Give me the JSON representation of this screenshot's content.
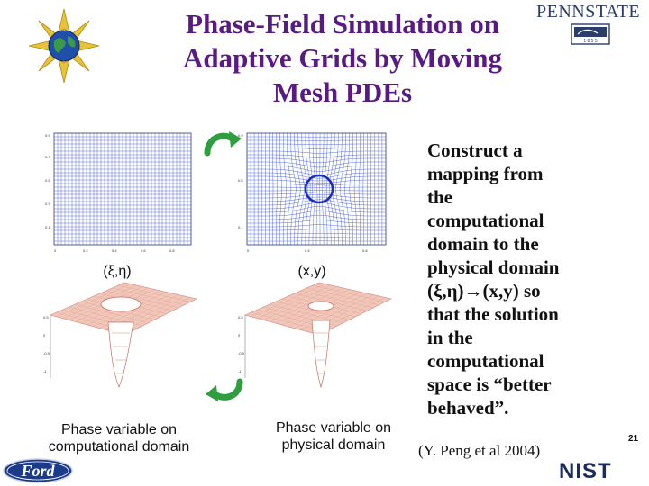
{
  "title": {
    "line1": "Phase-Field Simulation on",
    "line2": "Adaptive Grids by Moving",
    "line3": "Mesh PDEs"
  },
  "logos": {
    "top_right": "PENNSTATE",
    "bottom_left": "Ford",
    "bottom_right": "NIST"
  },
  "labels": {
    "comp_grid": "(ξ,η)",
    "phys_grid": "(x,y)",
    "comp_surface": [
      "Phase variable on",
      "computational domain"
    ],
    "phys_surface": [
      "Phase variable on",
      "physical domain"
    ]
  },
  "body": [
    "Construct a",
    "mapping from",
    "the",
    "computational",
    "domain to the",
    "physical domain",
    "(ξ,η)→(x,y) so",
    "that the solution",
    "in the",
    "computational",
    "space is “better",
    "behaved”."
  ],
  "citation": "(Y. Peng et al 2004)",
  "page_number": "21",
  "colors": {
    "title": "#5a1a86",
    "grid": "#4a5fd8",
    "arrow": "#2e9e3e",
    "surface": "#f0c0b4"
  },
  "icons": [
    "globe-star-icon",
    "curved-arrow-icon"
  ]
}
